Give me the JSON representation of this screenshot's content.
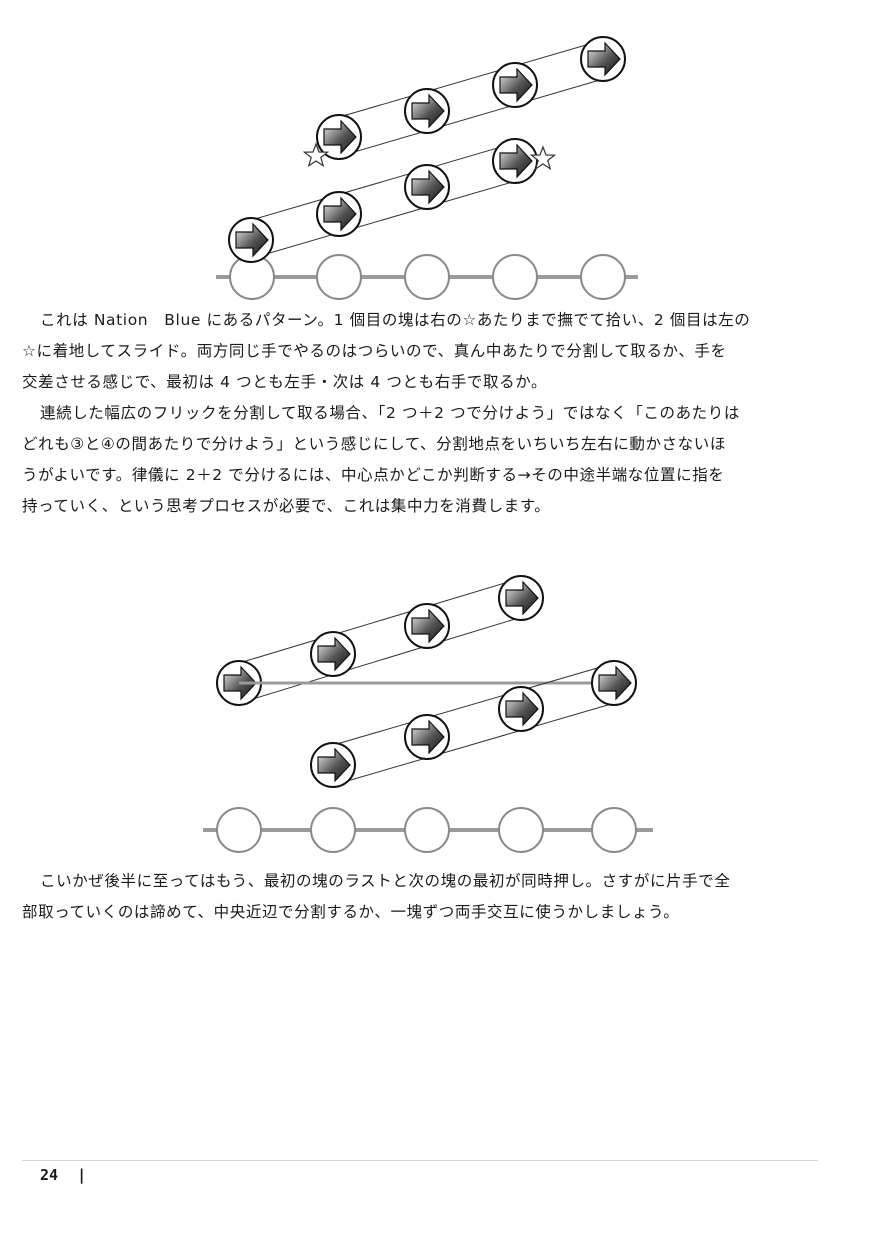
{
  "page_number": "24",
  "page_separator": "|",
  "paragraph1_lines": [
    "これは Nation　Blue にあるパターン。1 個目の塊は右の☆あたりまで撫でて拾い、2 個目は左の",
    "☆に着地してスライド。両方同じ手でやるのはつらいので、真ん中あたりで分割して取るか、手を",
    "交差させる感じで、最初は 4 つとも左手・次は 4 つとも右手で取るか。"
  ],
  "paragraph2_lines": [
    "連続した幅広のフリックを分割して取る場合、「2 つ＋2 つで分けよう」ではなく「このあたりは",
    "どれも③と④の間あたりで分けよう」という感じにして、分割地点をいちいち左右に動かさないほ",
    "うがよいです。律儀に 2＋2 で分けるには、中心点かどこか判断する→その中途半端な位置に指を",
    "持っていく、という思考プロセスが必要で、これは集中力を消費します。"
  ],
  "paragraph3_lines": [
    "こいかぜ後半に至ってはもう、最初の塊のラストと次の塊の最初が同時押し。さすがに片手で全",
    "部取っていくのは諦めて、中央近辺で分割するか、一塊ずつ両手交互に使うかしましょう。"
  ],
  "colors": {
    "lane": "#9a9a9a",
    "ring": "#1a1a1a",
    "arrow_dark": "#222222",
    "arrow_light": "#e8e8e8"
  }
}
